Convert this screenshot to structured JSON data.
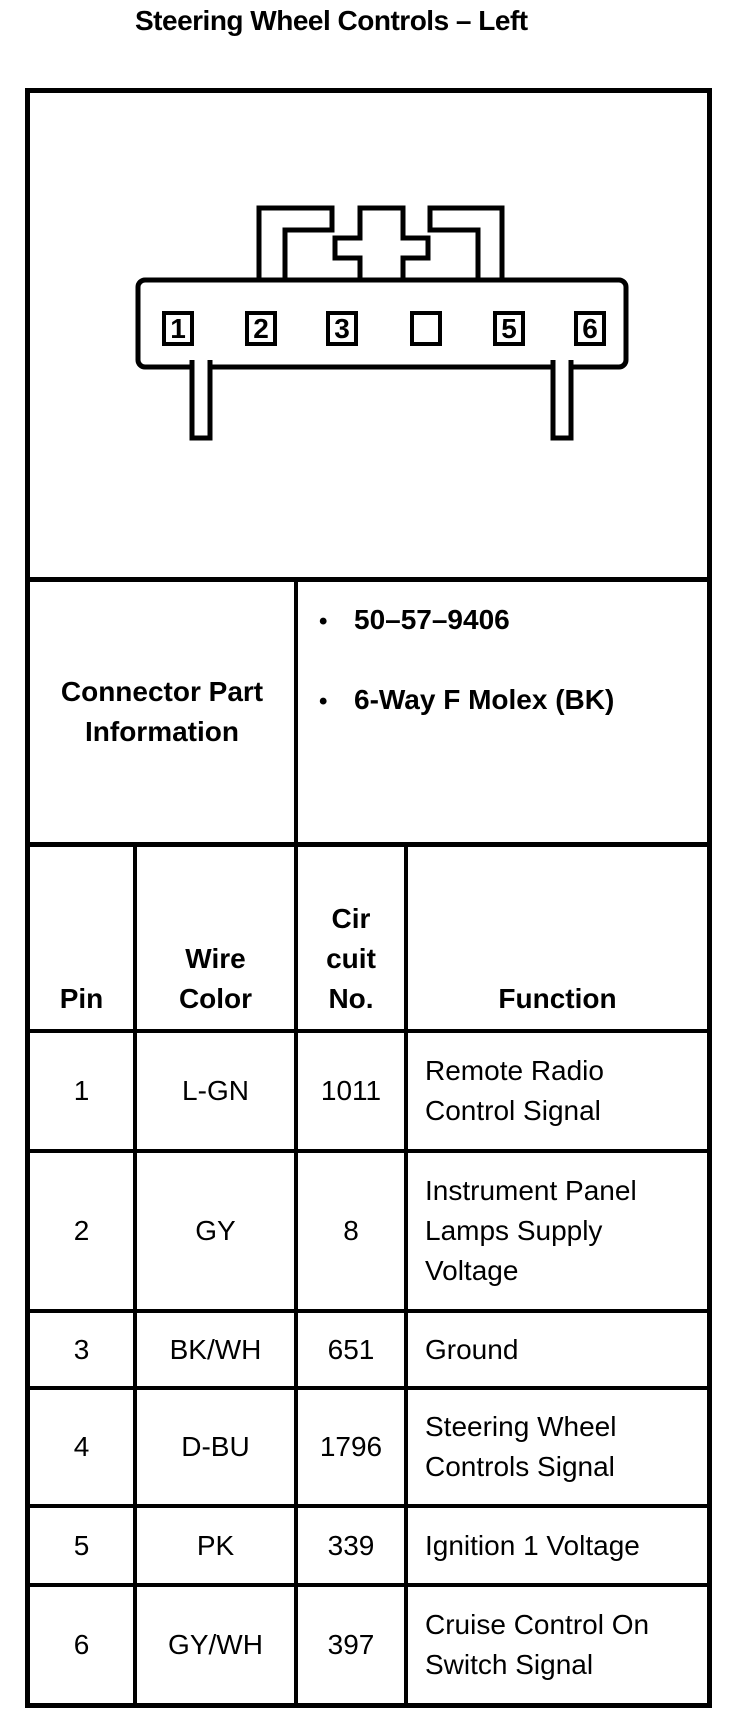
{
  "page": {
    "title": "Steering Wheel Controls – Left"
  },
  "connector": {
    "pins": [
      "1",
      "2",
      "3",
      "",
      "5",
      "6"
    ]
  },
  "info": {
    "label_line1": "Connector Part",
    "label_line2": "Information",
    "bullet": "•",
    "bullets": [
      "50–57–9406",
      "6-Way F Molex (BK)"
    ]
  },
  "table": {
    "headers": {
      "pin": "Pin",
      "wire_color": "Wire Color",
      "circuit": "Cir cuit No.",
      "function": "Function"
    },
    "rows": [
      {
        "pin": "1",
        "wire_color": "L-GN",
        "circuit": "1011",
        "function": "Remote Radio Control Signal"
      },
      {
        "pin": "2",
        "wire_color": "GY",
        "circuit": "8",
        "function": "Instrument Panel Lamps Supply Voltage"
      },
      {
        "pin": "3",
        "wire_color": "BK/WH",
        "circuit": "651",
        "function": "Ground"
      },
      {
        "pin": "4",
        "wire_color": "D-BU",
        "circuit": "1796",
        "function": "Steering Wheel Controls Signal"
      },
      {
        "pin": "5",
        "wire_color": "PK",
        "circuit": "339",
        "function": "Ignition 1 Voltage"
      },
      {
        "pin": "6",
        "wire_color": "GY/WH",
        "circuit": "397",
        "function": "Cruise Control On Switch Signal"
      }
    ]
  }
}
